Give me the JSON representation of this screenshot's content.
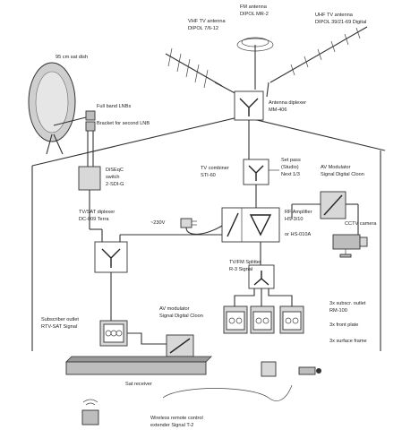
{
  "labels": {
    "fm_antenna": "FM antenna",
    "fm_antenna_model": "DIPOL MR-2",
    "vhf_antenna": "VHF TV antenna",
    "vhf_antenna_model": "DIPOL 7/6-12",
    "uhf_antenna": "UHF TV antenna",
    "uhf_antenna_model": "DIPOL 39/21-69 Digital",
    "sat_dish": "95 cm sat dish",
    "full_band_lnbs": "Full band LNBs",
    "bracket": "Bracket for second LNB",
    "antenna_diplexer": "Antenna diplexer",
    "antenna_diplexer_model": "MM-406",
    "disq_switch": "DiSEqC",
    "disq_switch_2": "switch",
    "disq_switch_model": "2-SDI-G",
    "tv_combiner": "TV combiner",
    "tv_combiner_model": "STI-60",
    "set_pass": "Set pass",
    "set_pass_2": "(Studio)",
    "set_pass_model": "Next 1/3",
    "av_modulator_top": "AV Modulator",
    "av_modulator_top_model": "Signal Digital Cloon",
    "tvsat_diplexer": "TV/SAT diplexer",
    "tvsat_diplexer_model": "DC-009 Terra",
    "voltage": "~230V",
    "rf_amplifier": "RF Amplifier",
    "rf_amplifier_model": "HS-3/10",
    "rf_amplifier_alt": "or HS-010A",
    "cctv_camera": "CCTV camera",
    "tvfm_splitter": "TV/FM Splitter",
    "tvfm_splitter_model": "R-3 Signal",
    "subscriber_outlet_right": "3x subscr. outlet",
    "subscriber_outlet_right_model": "RM-100",
    "front_plate": "3x front plate",
    "surface_frame": "3x surface frame",
    "subscriber_outlet_left": "Subscriber outlet",
    "subscriber_outlet_left_model": "RTV-SAT Signal",
    "av_modulator_bottom": "AV modulator",
    "av_modulator_bottom_model": "Signal Digital Cloon",
    "sat_receiver": "Sat receiver",
    "remote_extender": "Wireless remote control",
    "remote_extender_model": "extender Signal T-2"
  }
}
